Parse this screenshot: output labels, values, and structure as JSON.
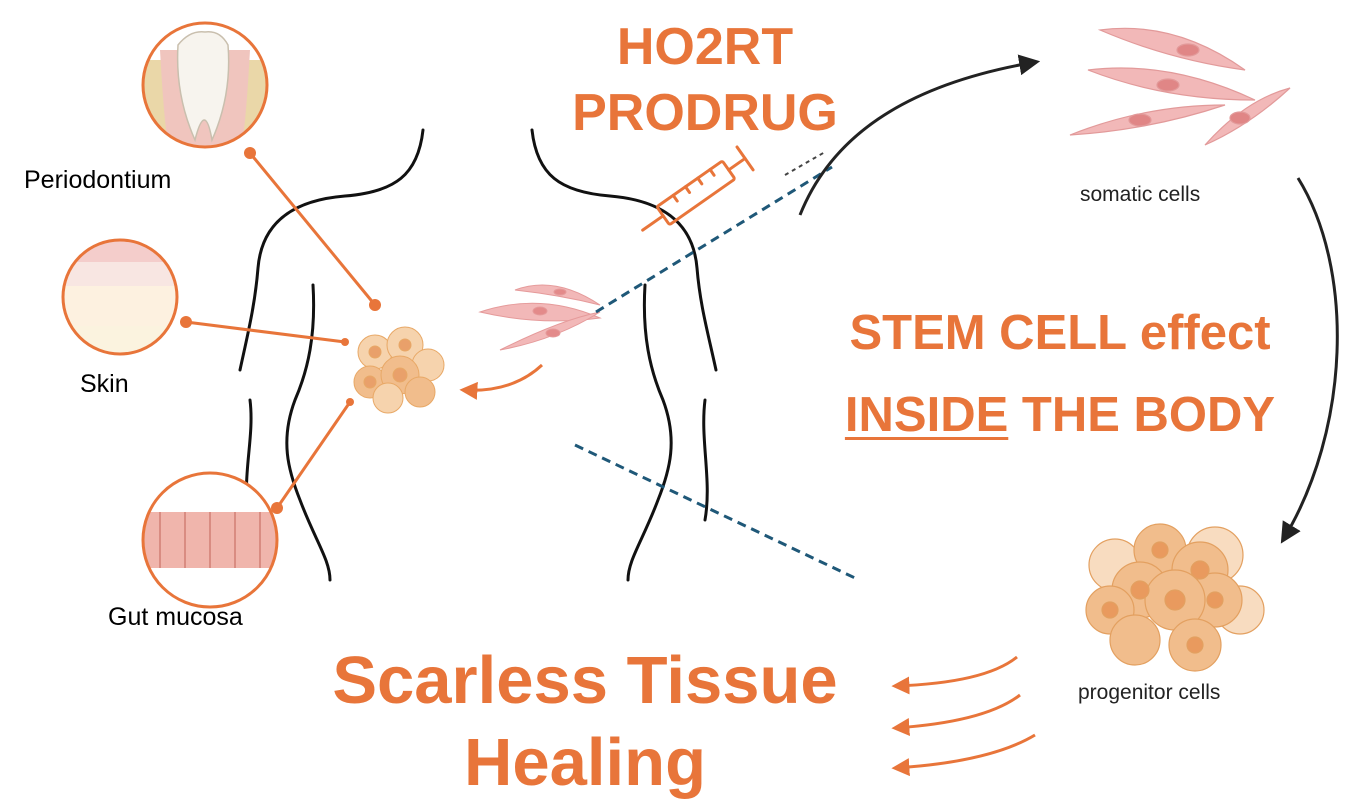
{
  "title": {
    "line1": "HO2RT",
    "line2": "PRODRUG"
  },
  "tissues": {
    "periodontium": "Periodontium",
    "skin": "Skin",
    "gut": "Gut mucosa"
  },
  "cycle": {
    "somatic": "somatic cells",
    "progenitor": "progenitor cells"
  },
  "headline": {
    "line1": "STEM CELL effect",
    "line2_underlined": "INSIDE",
    "line2_rest": " THE BODY"
  },
  "outcome": {
    "line1": "Scarless Tissue",
    "line2": "Healing"
  },
  "colors": {
    "accent": "#e8753a",
    "cell_fill": "#f2b8b8",
    "progenitor_fill": "#f1bd8c",
    "dashed_line": "#1f5878",
    "arrow_dark": "#222222"
  },
  "icons": [
    "tooth-icon",
    "skin-layer-icon",
    "gut-icon",
    "syringe-icon",
    "somatic-cells-icon",
    "progenitor-cells-icon",
    "body-outline"
  ]
}
